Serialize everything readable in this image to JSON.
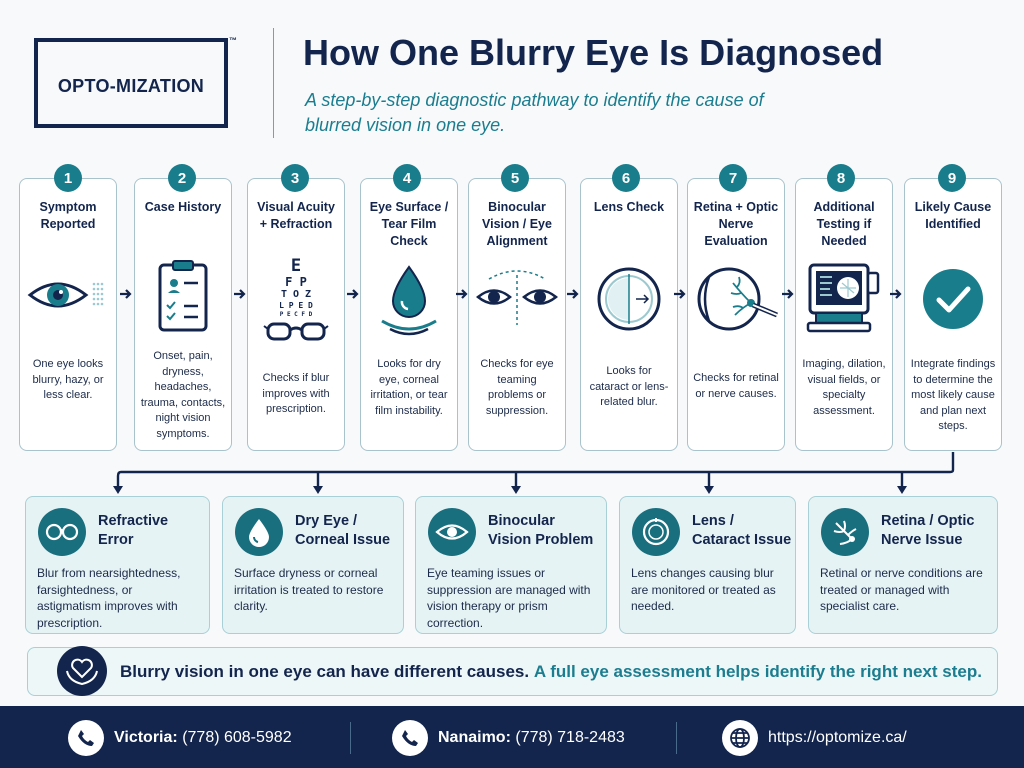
{
  "brand": {
    "logo": "OPTO-MIZATION",
    "tm": "™"
  },
  "header": {
    "title": "How One Blurry Eye Is Diagnosed",
    "subtitle": "A step-by-step diagnostic pathway to identify the cause of blurred vision in one eye."
  },
  "steps": [
    {
      "num": "1",
      "title": "Symptom Reported",
      "desc": "One eye looks blurry, hazy, or less clear.",
      "icon": "eye-icon"
    },
    {
      "num": "2",
      "title": "Case History",
      "desc": "Onset, pain, dryness, headaches, trauma, contacts, night vision symptoms.",
      "icon": "clipboard-icon"
    },
    {
      "num": "3",
      "title": "Visual Acuity + Refraction",
      "desc": "Checks if blur improves with prescription.",
      "icon": "eye-chart-icon",
      "chart": [
        "E",
        "F P",
        "T O Z",
        "L P E D",
        "P E C F D"
      ]
    },
    {
      "num": "4",
      "title": "Eye Surface / Tear Film Check",
      "desc": "Looks for dry eye, corneal irritation, or tear film instability.",
      "icon": "tear-drop-icon"
    },
    {
      "num": "5",
      "title": "Binocular Vision / Eye Alignment",
      "desc": "Checks for eye teaming problems or suppression.",
      "icon": "eyes-alignment-icon"
    },
    {
      "num": "6",
      "title": "Lens Check",
      "desc": "Looks for cataract or lens-related blur.",
      "icon": "lens-icon"
    },
    {
      "num": "7",
      "title": "Retina + Optic Nerve Evaluation",
      "desc": "Checks for retinal or nerve causes.",
      "icon": "retina-icon"
    },
    {
      "num": "8",
      "title": "Additional Testing if Needed",
      "desc": "Imaging, dilation, visual fields, or specialty assessment.",
      "icon": "imaging-device-icon"
    },
    {
      "num": "9",
      "title": "Likely Cause Identified",
      "desc": "Integrate findings to determine the most likely cause and plan next steps.",
      "icon": "checkmark-icon"
    }
  ],
  "outcomes": [
    {
      "title": "Refractive Error",
      "desc": "Blur from nearsightedness, farsightedness, or astigmatism improves with prescription.",
      "icon": "glasses-icon"
    },
    {
      "title": "Dry Eye / Corneal Issue",
      "desc": "Surface dryness or corneal irritation is treated to restore clarity.",
      "icon": "drop-icon"
    },
    {
      "title": "Binocular Vision Problem",
      "desc": "Eye teaming issues or suppression are managed with vision therapy or prism correction.",
      "icon": "eye-icon"
    },
    {
      "title": "Lens / Cataract Issue",
      "desc": "Lens changes causing blur are monitored or treated as needed.",
      "icon": "lens-icon"
    },
    {
      "title": "Retina / Optic Nerve Issue",
      "desc": "Retinal or nerve conditions are treated or managed with specialist care.",
      "icon": "retina-icon"
    }
  ],
  "banner": {
    "strong": "Blurry vision in one eye can have different causes.",
    "accent": "A full eye assessment helps identify the right next step."
  },
  "footer": {
    "victoria_label": "Victoria:",
    "victoria_phone": "(778) 608-5982",
    "nanaimo_label": "Nanaimo:",
    "nanaimo_phone": "(778) 718-2483",
    "website": "https://optomize.ca/"
  },
  "colors": {
    "navy": "#13254d",
    "teal": "#1a7d8c",
    "light_teal": "#e6f3f5"
  }
}
